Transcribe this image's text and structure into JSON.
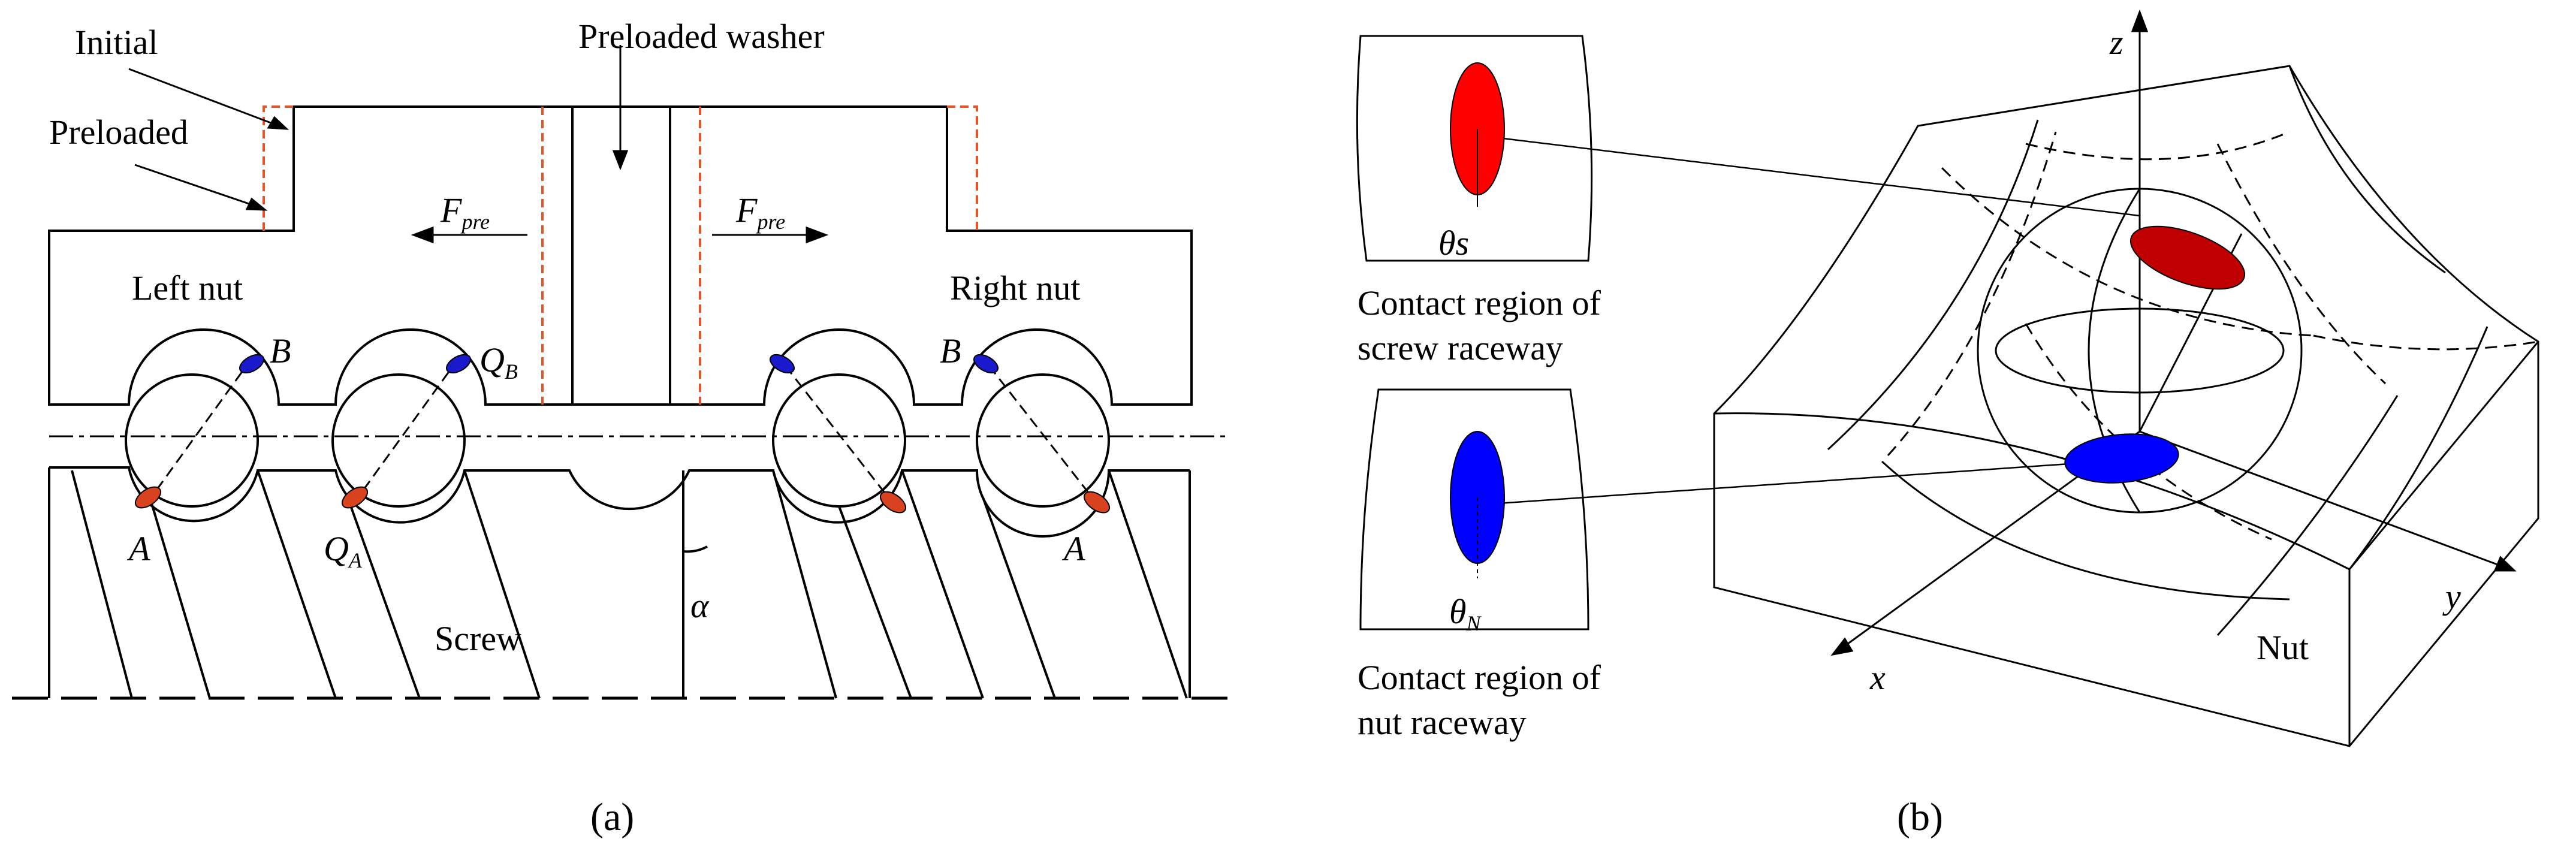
{
  "panel_a": {
    "caption": "(a)",
    "labels": {
      "initial": "Initial",
      "preloaded": "Preloaded",
      "preloaded_washer": "Preloaded washer",
      "left_nut": "Left nut",
      "right_nut": "Right nut",
      "screw": "Screw",
      "f_main": "F",
      "f_sub": "pre",
      "b": "B",
      "q": "Q",
      "q_b_sub": "B",
      "q_a_sub": "A",
      "a": "A",
      "alpha": "α"
    },
    "colors": {
      "initial_outline": "#e8542a",
      "contact_b": "#1a1acc",
      "contact_a": "#d9421e",
      "line": "#000000"
    }
  },
  "panel_b": {
    "caption": "(b)",
    "labels": {
      "z_axis": "z",
      "y_axis": "y",
      "x_axis": "x",
      "nut": "Nut",
      "theta_s": "θs",
      "theta_n_main": "θ",
      "theta_n_sub": "N",
      "screw_region_line1": "Contact region of",
      "screw_region_line2": "screw raceway",
      "nut_region_line1": "Contact region of",
      "nut_region_line2": "nut raceway"
    },
    "colors": {
      "screw_contact": "#ff0000",
      "screw_contact_3d": "#c00000",
      "nut_contact": "#0000ff"
    }
  }
}
